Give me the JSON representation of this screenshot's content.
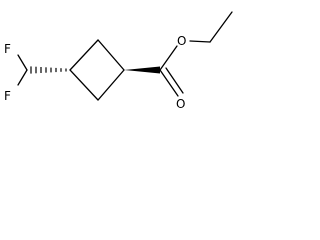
{
  "structure": {
    "atoms": [
      {
        "id": "f_top",
        "symbol": "F"
      },
      {
        "id": "f_bottom",
        "symbol": "F"
      },
      {
        "id": "o_ester",
        "symbol": "O"
      },
      {
        "id": "o_carbonyl",
        "symbol": "O"
      }
    ],
    "colors": {
      "bond": "#000000",
      "label": "#000000",
      "background": "#ffffff"
    }
  }
}
